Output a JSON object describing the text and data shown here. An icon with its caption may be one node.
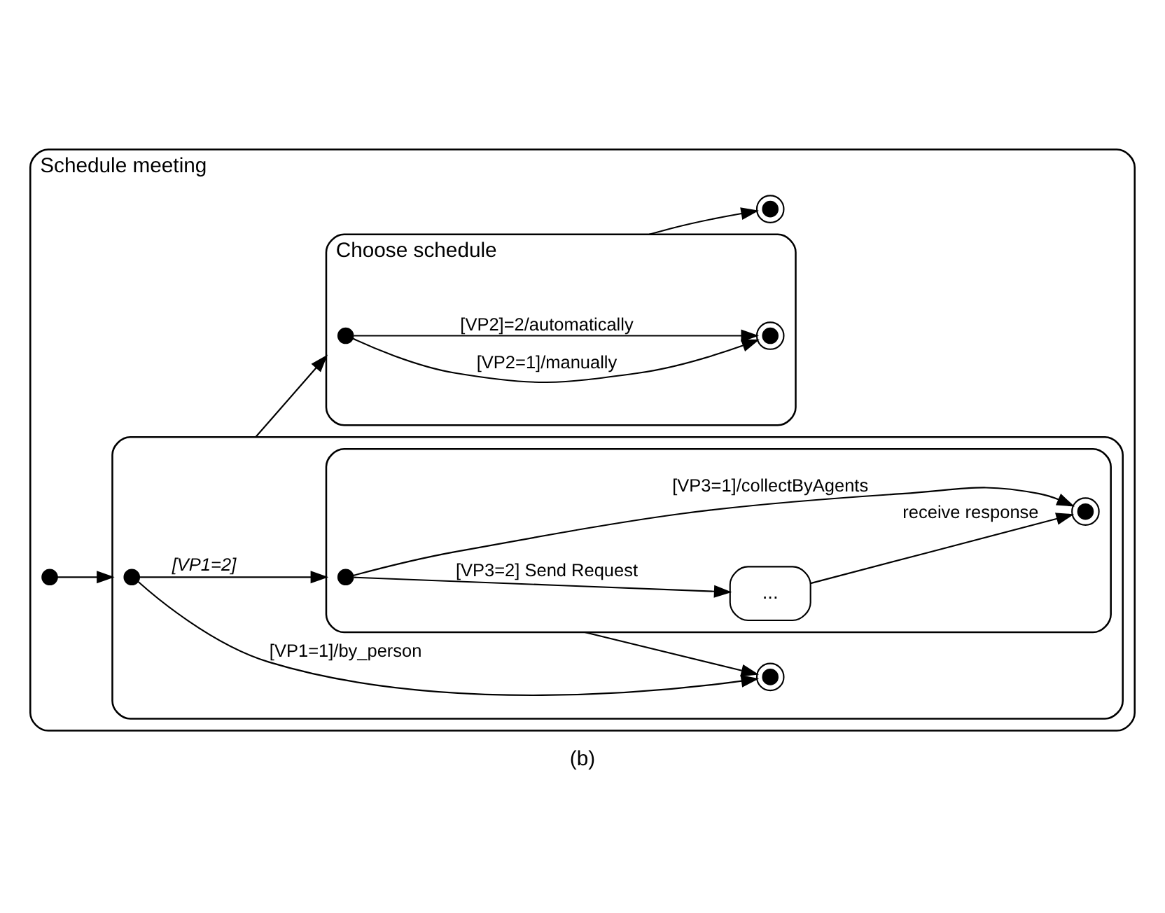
{
  "diagram": {
    "caption": "(b)",
    "nodes": [
      {
        "text": [
          "Schedule meeting"
        ]
      },
      {
        "text": [],
        "shape": "box",
        "in": 0
      },
      {
        "text": [],
        "shape": "circle",
        "in": 1
      },
      {
        "text": [],
        "shape": "bullseye",
        "in": 1
      },
      {
        "text": [],
        "shape": "box",
        "in": 1
      },
      {
        "text": [],
        "shape": "circle",
        "in": 4
      },
      {
        "text": [
          "..."
        ],
        "in": 4
      },
      {
        "text": [],
        "shape": "bullseye",
        "in": 4
      },
      {
        "text": [],
        "shape": "circle",
        "in": 0
      },
      {
        "text": [
          "Choose schedule"
        ],
        "in": 0
      },
      {
        "text": [],
        "shape": "circle",
        "in": 9
      },
      {
        "text": [],
        "shape": "bullseye",
        "in": 9
      },
      {
        "text": [],
        "shape": "bullseye",
        "in": 0
      }
    ],
    "edges": [
      {
        "from": 8,
        "to": 1,
        "arrow": "to"
      },
      {
        "from": 2,
        "to": 3,
        "arrow": "to",
        "label": "[VP1=1]/by_person"
      },
      {
        "from": 2,
        "to": 4,
        "arrow": "to",
        "label": "[VP1=2]"
      },
      {
        "from": 4,
        "to": 3,
        "arrow": "to"
      },
      {
        "from": 5,
        "to": 7,
        "arrow": "to",
        "label": "[VP3=1]/collectByAgents"
      },
      {
        "from": 5,
        "to": 6,
        "arrow": "to",
        "label": "[VP3=2] Send Request"
      },
      {
        "from": 6,
        "to": 7,
        "arrow": "to",
        "label": "receive response"
      },
      {
        "from": 1,
        "to": 9,
        "arrow": "to"
      },
      {
        "from": 10,
        "to": 11,
        "arrow": "to",
        "label": "[VP2=1]/manually"
      },
      {
        "from": 10,
        "to": 11,
        "arrow": "to",
        "label": "[VP2]=2/automatically"
      },
      {
        "from": 9,
        "to": 12,
        "arrow": "to"
      }
    ]
  }
}
